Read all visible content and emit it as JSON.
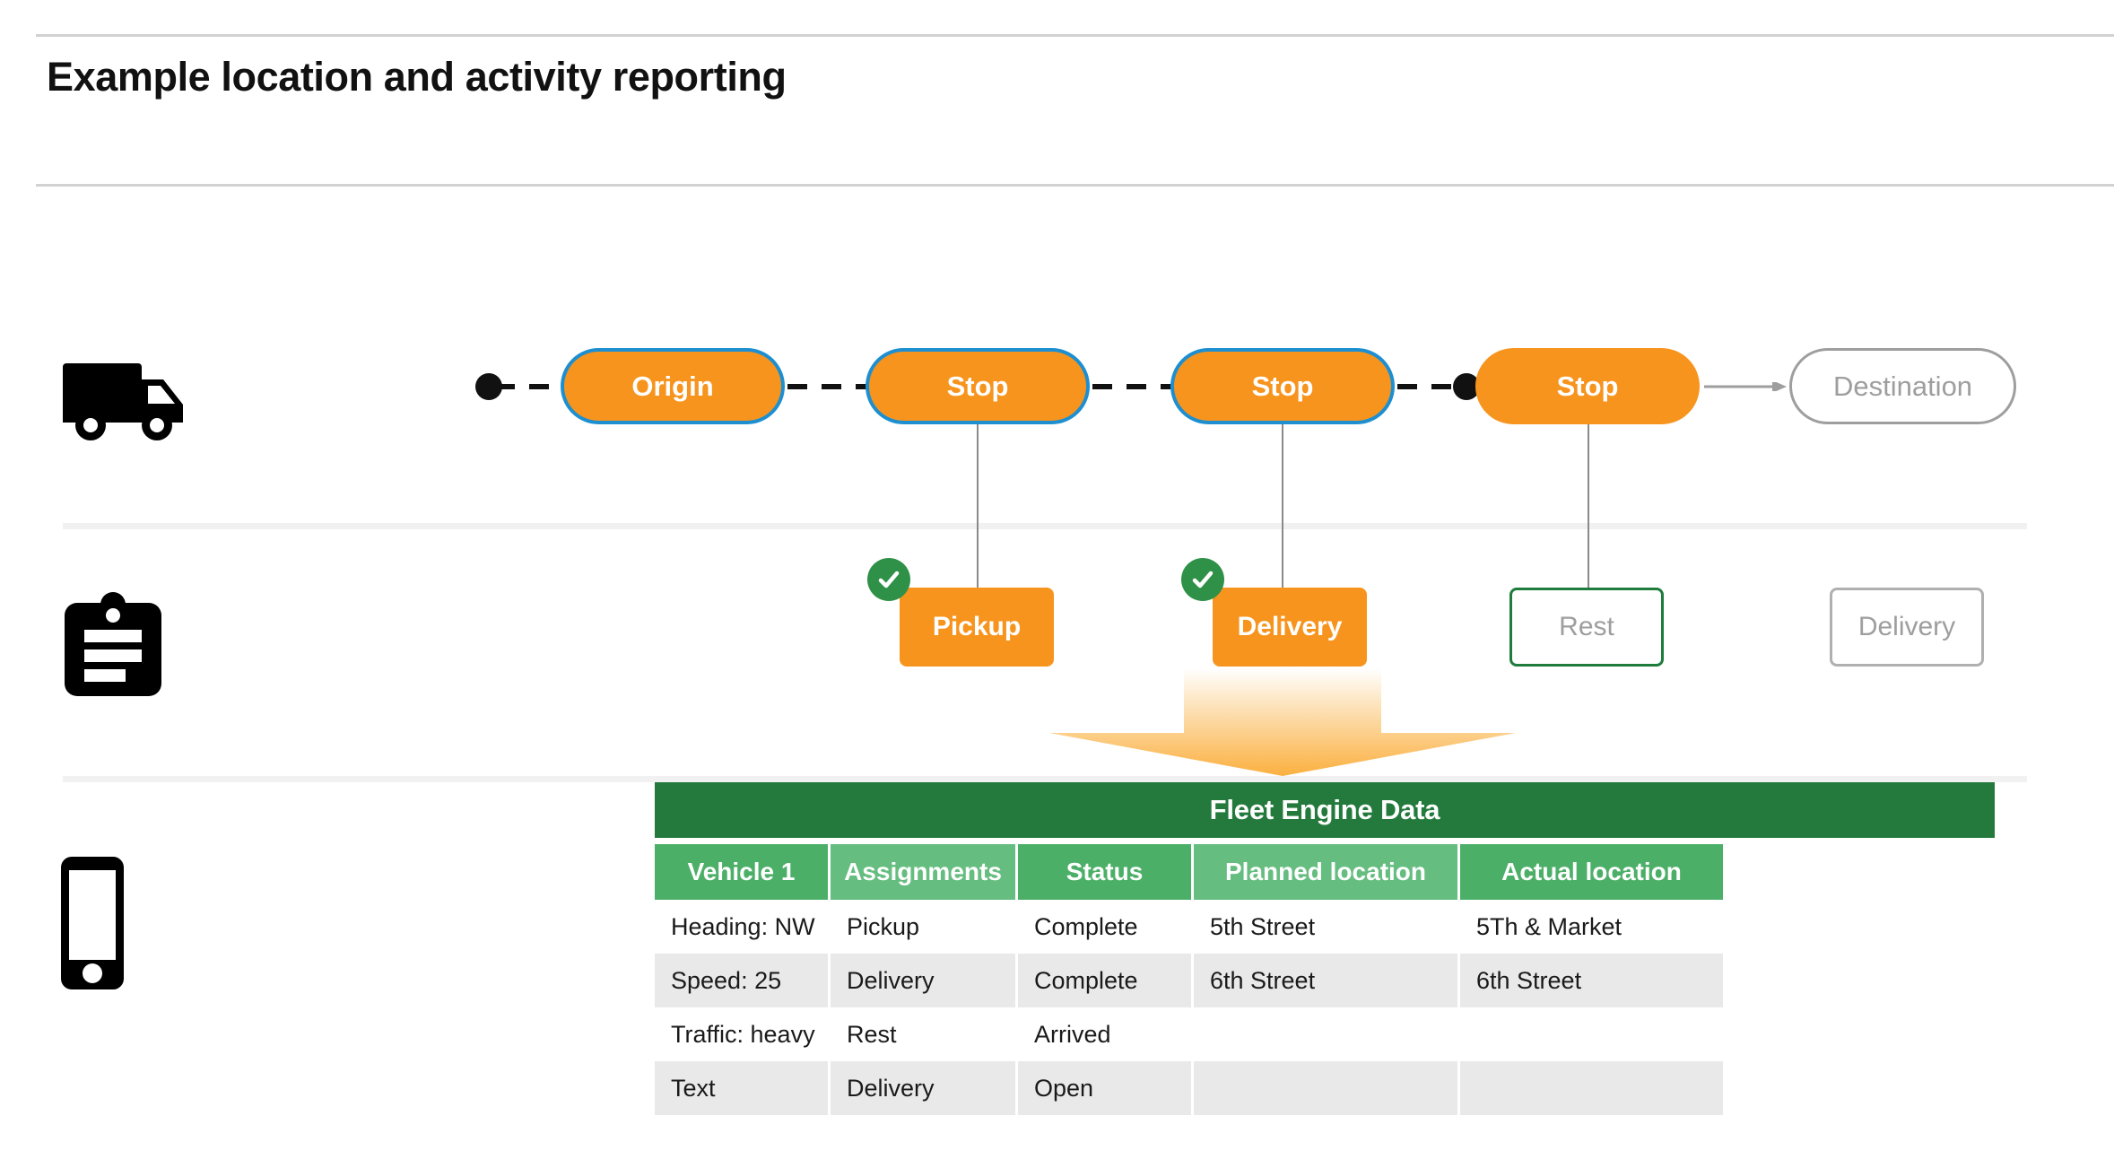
{
  "page": {
    "title": "Example location and activity reporting"
  },
  "rails": {
    "truck_icon": "truck-icon",
    "clipboard_icon": "clipboard-icon",
    "phone_icon": "phone-icon"
  },
  "route": {
    "stops": [
      {
        "label": "Origin",
        "style": "bordered"
      },
      {
        "label": "Stop",
        "style": "bordered"
      },
      {
        "label": "Stop",
        "style": "bordered"
      },
      {
        "label": "Stop",
        "style": "plain"
      },
      {
        "label": "Destination",
        "style": "ghost"
      }
    ]
  },
  "activities": [
    {
      "label": "Pickup",
      "state": "complete",
      "checked": true
    },
    {
      "label": "Delivery",
      "state": "complete",
      "checked": true
    },
    {
      "label": "Rest",
      "state": "arrived",
      "checked": false
    },
    {
      "label": "Delivery",
      "state": "open",
      "checked": false
    }
  ],
  "table": {
    "title": "Fleet Engine Data",
    "columns": [
      "Vehicle 1",
      "Assignments",
      "Status",
      "Planned location",
      "Actual location"
    ],
    "rows": [
      [
        "Heading: NW",
        "Pickup",
        "Complete",
        "5th Street",
        "5Th & Market"
      ],
      [
        "Speed: 25",
        "Delivery",
        "Complete",
        "6th Street",
        "6th Street"
      ],
      [
        "Traffic: heavy",
        "Rest",
        "Arrived",
        "",
        ""
      ],
      [
        "Text",
        "Delivery",
        "Open",
        "",
        ""
      ]
    ]
  },
  "colors": {
    "orange": "#F7941E",
    "blue_border": "#1D8FD1",
    "green_dark": "#237A3C",
    "green_header_a": "#4CAF68",
    "green_header_b": "#66BD80",
    "green_check": "#2E9147",
    "gray_outline": "#9e9e9e",
    "row_alt": "#e9e9e9"
  }
}
